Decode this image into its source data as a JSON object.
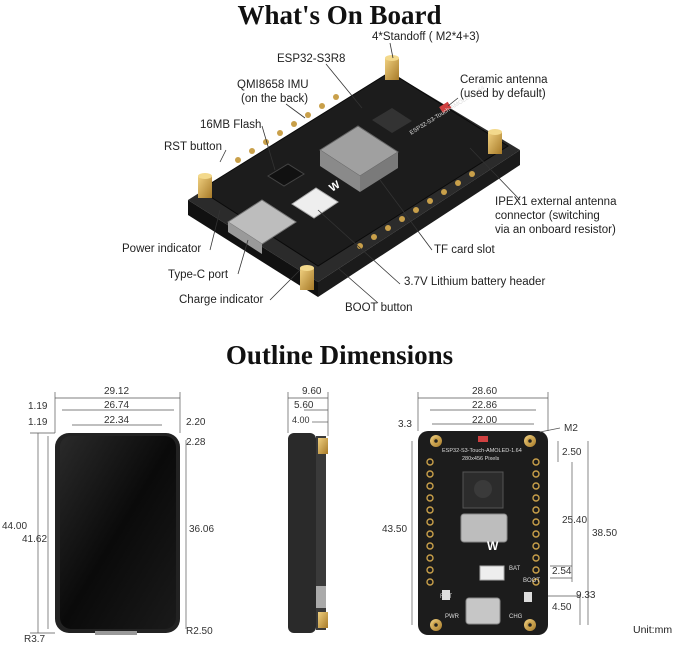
{
  "titles": {
    "board": "What's On Board",
    "outline": "Outline Dimensions"
  },
  "callouts": {
    "standoff": "4*Standoff ( M2*4+3)",
    "mcu": "ESP32-S3R8",
    "imu_l1": "QMI8658 IMU",
    "imu_l2": "(on the back)",
    "flash": "16MB Flash",
    "rst": "RST button",
    "ceramic_l1": "Ceramic antenna",
    "ceramic_l2": "(used by default)",
    "ipex_l1": "IPEX1 external antenna",
    "ipex_l2": "connector (switching",
    "ipex_l3": "via an onboard resistor)",
    "tf": "TF card slot",
    "power_ind": "Power indicator",
    "typec": "Type-C port",
    "charge_ind": "Charge indicator",
    "battery": "3.7V Lithium battery header",
    "boot": "BOOT button"
  },
  "board_silk": {
    "model_l1": "ESP32-S3-Touch-AMOLED-1.64",
    "model_l2": "280x456 Pixels",
    "rst": "RST",
    "pwr": "PWR",
    "chg": "CHG",
    "boot": "BOOT",
    "bat": "BAT"
  },
  "front_dims": {
    "w1": "29.12",
    "w2": "26.74",
    "w3": "22.34",
    "l1": "1.19",
    "l2": "1.19",
    "r1": "2.20",
    "r2": "2.28",
    "h1": "44.00",
    "h2": "41.62",
    "h3": "36.06",
    "rad1": "R3.7",
    "rad2": "R2.50"
  },
  "side_dims": {
    "d1": "9.60",
    "d2": "5.60",
    "d3": "4.00"
  },
  "back_dims": {
    "w1": "28.60",
    "w2": "22.86",
    "w3": "22.00",
    "s1": "3.3",
    "m2": "M2",
    "v1": "2.50",
    "v2": "25.40",
    "v3": "38.50",
    "h1": "43.50",
    "v4": "2.54",
    "v5": "9.33",
    "v6": "4.50"
  },
  "unit": "Unit:mm",
  "colors": {
    "pcb": "#1c1c1c",
    "gold": "#c9a04a",
    "screen": "#0e0e0e",
    "frame": "#2a2a2a"
  }
}
